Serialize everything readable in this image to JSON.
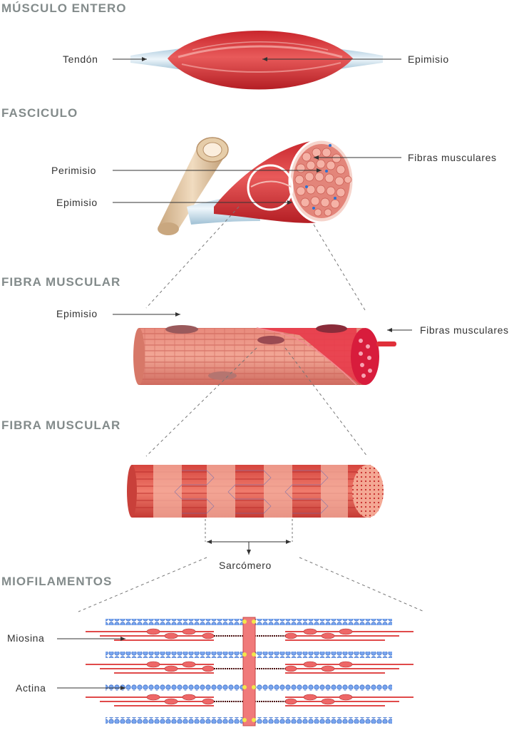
{
  "sections": {
    "whole_muscle": {
      "title": "MÚSCULO ENTERO",
      "tendon_label": "Tendón",
      "epimysium_label": "Epimisio"
    },
    "fascicle": {
      "title": "FASCICULO",
      "perimysium_label": "Perimisio",
      "epimysium_label": "Epimisio",
      "fibers_label": "Fibras musculares"
    },
    "muscle_fiber_1": {
      "title": "FIBRA MUSCULAR",
      "epimysium_label": "Epimisio",
      "fibers_label": "Fibras musculares"
    },
    "muscle_fiber_2": {
      "title": "FIBRA MUSCULAR",
      "sarcomere_label": "Sarcómero"
    },
    "myofilaments": {
      "title": "MIOFILAMENTOS",
      "myosin_label": "Miosina",
      "actin_label": "Actina"
    }
  },
  "colors": {
    "title_gray": "#838b8b",
    "muscle_red": "#d8363a",
    "tendon_blue": "#bcd9ea",
    "actin_blue": "#4f7fd8",
    "z_disc_pink": "#f07a7a",
    "bead_yellow": "#f2e64a"
  }
}
